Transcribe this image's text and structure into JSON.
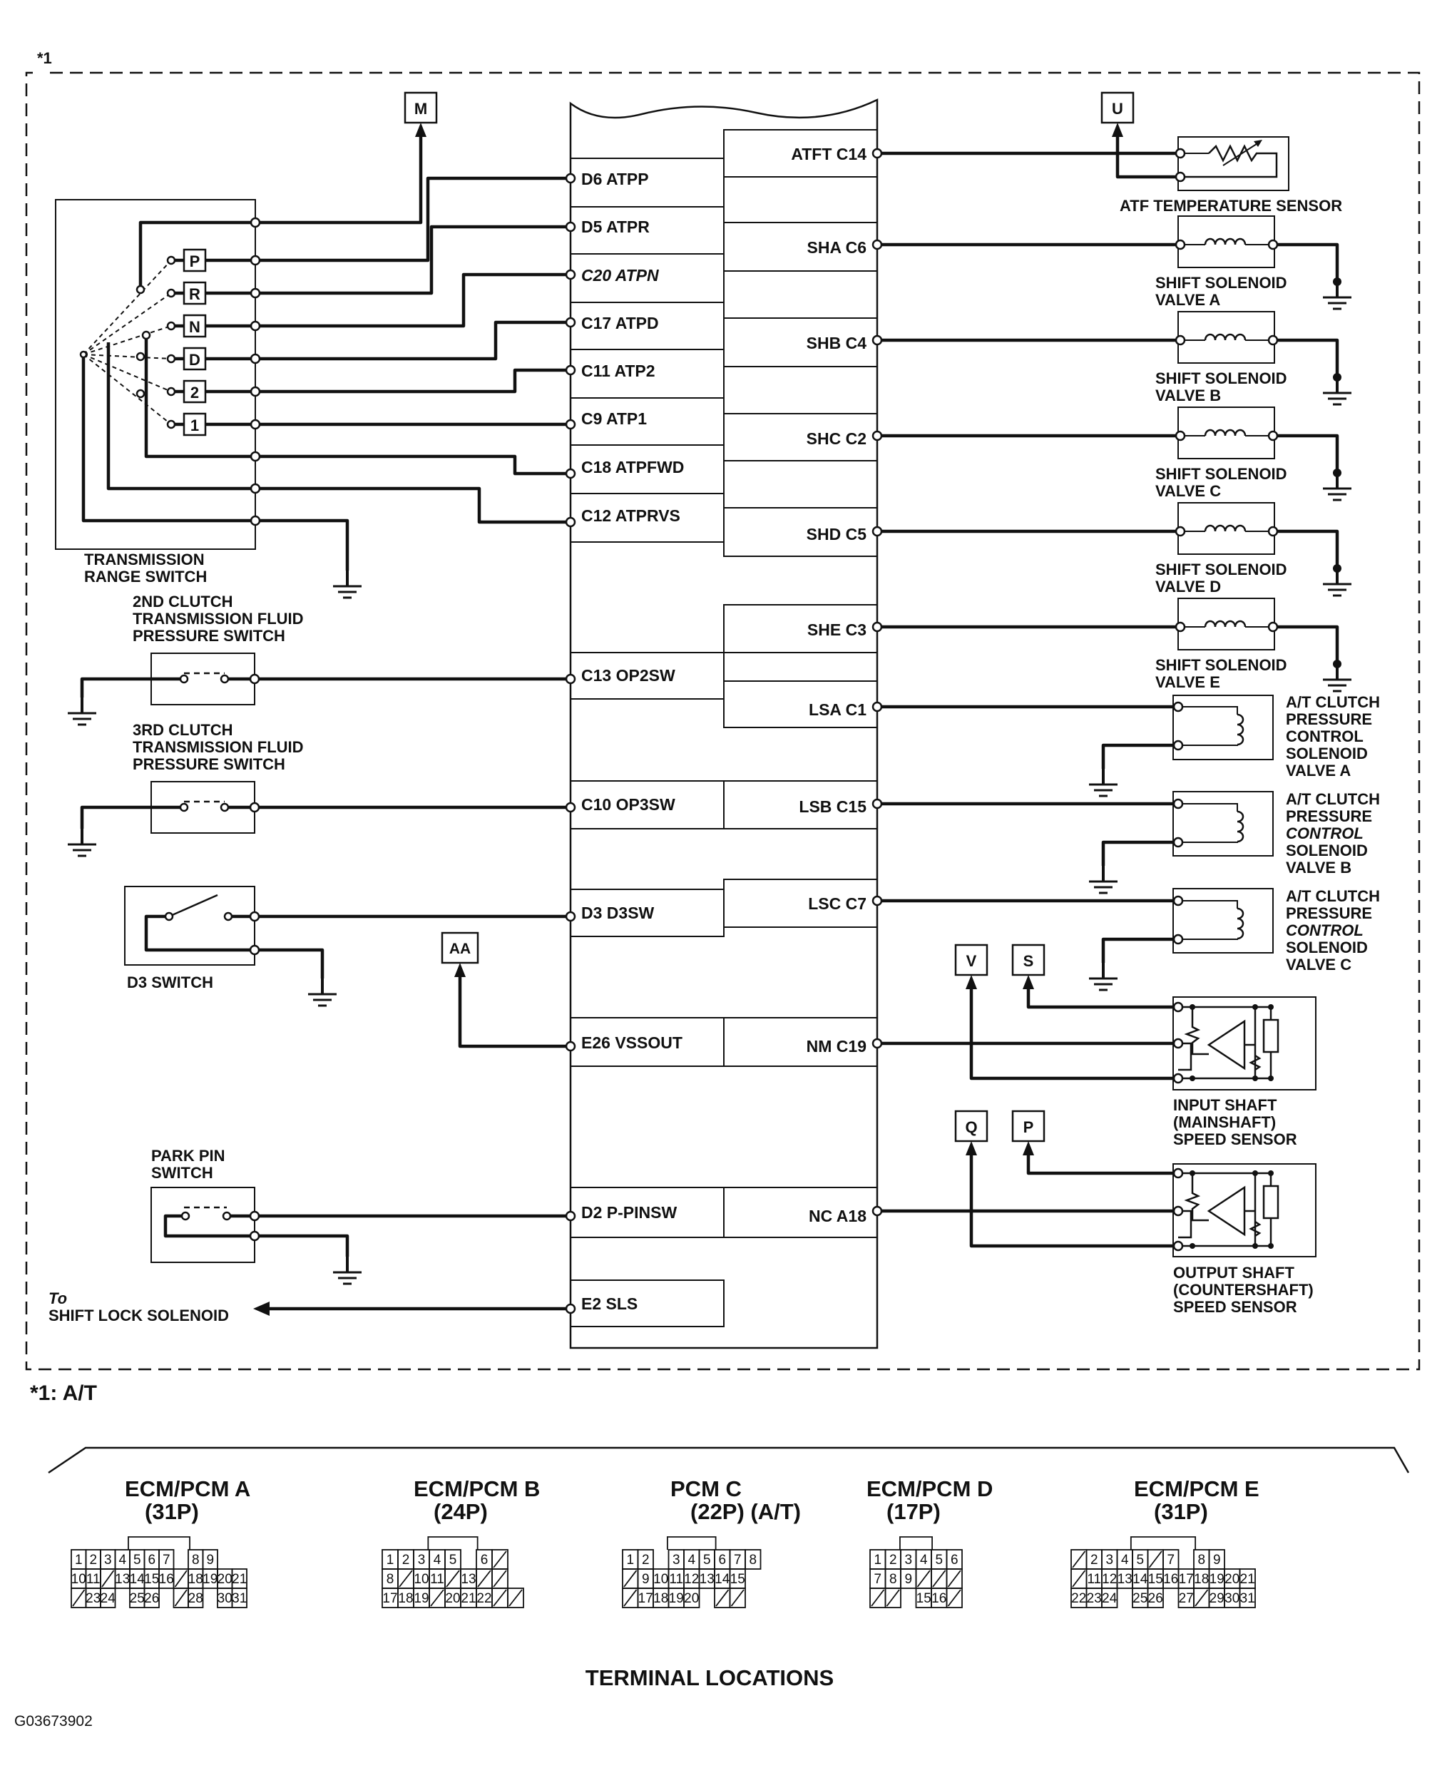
{
  "note_mark": "*1",
  "footnote": "*1: A/T",
  "figure_code": "G03673902",
  "title": "TERMINAL LOCATIONS",
  "arrow_labels": {
    "m": "M",
    "u": "U",
    "aa": "AA",
    "v": "V",
    "s": "S",
    "q": "Q",
    "p": "P"
  },
  "left_pins": {
    "d6": "D6 ATPP",
    "d5": "D5 ATPR",
    "c20": "C20  ATPN",
    "c17": "C17 ATPD",
    "c11": "C11 ATP2",
    "c9": "C9 ATP1",
    "c18": "C18 ATPFWD",
    "c12": "C12 ATPRVS",
    "c13": "C13 OP2SW",
    "c10": "C10 OP3SW",
    "d3": "D3 D3SW",
    "e26": "E26 VSSOUT",
    "d2": "D2 P-PINSW",
    "e2": "E2 SLS"
  },
  "right_pins": {
    "c14": "ATFT C14",
    "c6": "SHA C6",
    "c4": "SHB C4",
    "c2": "SHC C2",
    "c5": "SHD C5",
    "c3": "SHE C3",
    "c1": "LSA C1",
    "c15": "LSB C15",
    "c7": "LSC C7",
    "c19": "NM C19",
    "a18": "NC A18"
  },
  "positions": [
    "P",
    "R",
    "N",
    "D",
    "2",
    "1"
  ],
  "components": {
    "trs": [
      "TRANSMISSION",
      "RANGE SWITCH"
    ],
    "op2": [
      "2ND CLUTCH",
      "TRANSMISSION FLUID",
      "PRESSURE SWITCH"
    ],
    "op3": [
      "3RD CLUTCH",
      "TRANSMISSION FLUID",
      "PRESSURE SWITCH"
    ],
    "d3sw": [
      "D3 SWITCH"
    ],
    "park": [
      "PARK PIN",
      "SWITCH"
    ],
    "sls": [
      "To",
      "SHIFT LOCK SOLENOID"
    ],
    "atf": [
      "ATF TEMPERATURE SENSOR"
    ],
    "sa": [
      "SHIFT SOLENOID",
      "VALVE A"
    ],
    "sb": [
      "SHIFT SOLENOID",
      "VALVE B"
    ],
    "sc": [
      "SHIFT SOLENOID",
      "VALVE C"
    ],
    "sd": [
      "SHIFT SOLENOID",
      "VALVE D"
    ],
    "se": [
      "SHIFT SOLENOID",
      "VALVE E"
    ],
    "la": [
      "A/T CLUTCH",
      "PRESSURE",
      "CONTROL",
      "SOLENOID",
      "VALVE A"
    ],
    "lb": [
      "A/T CLUTCH",
      "PRESSURE",
      "CONTROL",
      "SOLENOID",
      "VALVE B"
    ],
    "lc": [
      "A/T CLUTCH",
      "PRESSURE",
      "CONTROL",
      "SOLENOID",
      "VALVE C"
    ],
    "iss": [
      "INPUT SHAFT",
      "(MAINSHAFT)",
      "SPEED SENSOR"
    ],
    "oss": [
      "OUTPUT SHAFT",
      "(COUNTERSHAFT)",
      "SPEED SENSOR"
    ]
  },
  "connectors": [
    {
      "name": "ECM/PCM A",
      "pins": "(31P)",
      "rows": [
        [
          "1",
          "2",
          "3",
          "4",
          "5",
          "6",
          "7",
          "",
          "8",
          "9"
        ],
        [
          "10",
          "11",
          "/",
          "13",
          "14",
          "15",
          "16",
          "/",
          "18",
          "19",
          "20",
          "21"
        ],
        [
          "/",
          "23",
          "24",
          "",
          "25",
          "26",
          "",
          "/",
          "28",
          "",
          "30",
          "31"
        ]
      ]
    },
    {
      "name": "ECM/PCM B",
      "pins": "(24P)",
      "rows": [
        [
          "1",
          "2",
          "3",
          "4",
          "5",
          "",
          "6",
          "/"
        ],
        [
          "8",
          "/",
          "10",
          "11",
          "/",
          "13",
          "/",
          "/"
        ],
        [
          "17",
          "18",
          "19",
          "/",
          "20",
          "21",
          "22",
          "/",
          "/"
        ]
      ]
    },
    {
      "name": "PCM C",
      "pins": "(22P) (A/T)",
      "rows": [
        [
          "1",
          "2",
          "",
          "3",
          "4",
          "5",
          "6",
          "7",
          "8"
        ],
        [
          "/",
          "9",
          "10",
          "11",
          "12",
          "13",
          "14",
          "15"
        ],
        [
          "/",
          "17",
          "18",
          "19",
          "20",
          "",
          "/",
          "/"
        ]
      ]
    },
    {
      "name": "ECM/PCM D",
      "pins": "(17P)",
      "rows": [
        [
          "1",
          "2",
          "3",
          "4",
          "5",
          "6"
        ],
        [
          "7",
          "8",
          "9",
          "/",
          "/",
          "/"
        ],
        [
          "/",
          "/",
          "",
          "15",
          "16",
          "/"
        ]
      ]
    },
    {
      "name": "ECM/PCM E",
      "pins": "(31P)",
      "rows": [
        [
          "/",
          "2",
          "3",
          "4",
          "5",
          "/",
          "7",
          "",
          "8",
          "9"
        ],
        [
          "/",
          "11",
          "12",
          "13",
          "14",
          "15",
          "16",
          "17",
          "18",
          "19",
          "20",
          "21"
        ],
        [
          "22",
          "23",
          "24",
          "",
          "25",
          "26",
          "",
          "27",
          "/",
          "29",
          "30",
          "31"
        ]
      ]
    }
  ]
}
